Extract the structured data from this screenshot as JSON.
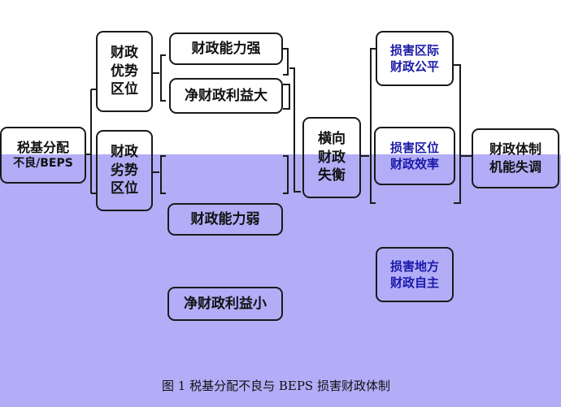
{
  "nodes": {
    "root": [
      "税基分配",
      "不良/BEPS"
    ],
    "advantage": [
      "财政",
      "优势",
      "区位"
    ],
    "disadvantage": [
      "财政",
      "劣势",
      "区位"
    ],
    "strong_capacity": [
      "财政能力强"
    ],
    "high_net_benefit": [
      "净财政利益大"
    ],
    "weak_capacity": [
      "财政能力弱"
    ],
    "low_net_benefit": [
      "净财政利益小"
    ],
    "imbalance": [
      "横向",
      "财政",
      "失衡"
    ],
    "equity": [
      "损害区际",
      "财政公平"
    ],
    "efficiency": [
      "损害区位",
      "财政效率"
    ],
    "autonomy": [
      "损害地方",
      "财政自主"
    ],
    "system": [
      "财政体制",
      "机能失调"
    ]
  },
  "caption": "图 1  税基分配不良与 BEPS 损害财政体制"
}
